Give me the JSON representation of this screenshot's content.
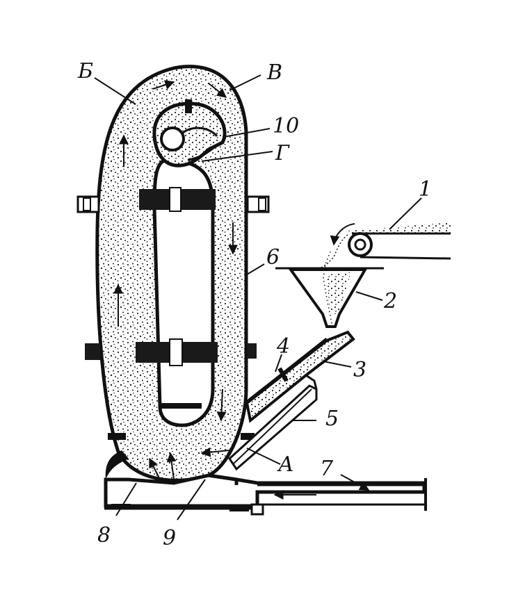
{
  "diagram": {
    "labels": {
      "l1": "1",
      "l2": "2",
      "l3": "3",
      "l4": "4",
      "l5": "5",
      "l6": "6",
      "l7": "7",
      "l8": "8",
      "l9": "9",
      "l10": "10",
      "lA": "А",
      "lB": "Б",
      "lV": "В",
      "lG": "Г"
    }
  }
}
